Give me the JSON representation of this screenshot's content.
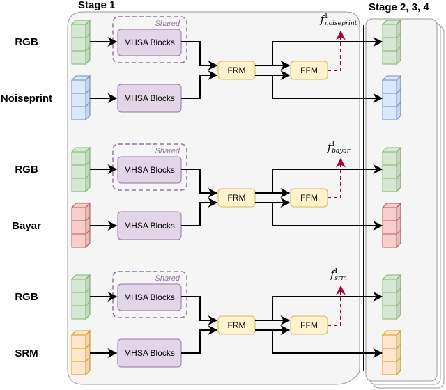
{
  "stages": {
    "stage1_title": "Stage 1",
    "stage234_title": "Stage 2, 3, 4"
  },
  "rows": [
    {
      "top_input": "RGB",
      "bottom_input": "Noiseprint",
      "top_color": "green",
      "bottom_color": "blue",
      "shared_label": "Shared",
      "top_block": "MHSA Blocks",
      "bottom_block": "MHSA Blocks",
      "frm": "FRM",
      "ffm": "FFM",
      "output_symbol": "f",
      "output_sup": "1",
      "output_sub": "noiseprint"
    },
    {
      "top_input": "RGB",
      "bottom_input": "Bayar",
      "top_color": "green",
      "bottom_color": "red",
      "shared_label": "Shared",
      "top_block": "MHSA Blocks",
      "bottom_block": "MHSA Blocks",
      "frm": "FRM",
      "ffm": "FFM",
      "output_symbol": "f",
      "output_sup": "1",
      "output_sub": "bayar"
    },
    {
      "top_input": "RGB",
      "bottom_input": "SRM",
      "top_color": "green",
      "bottom_color": "orange",
      "shared_label": "Shared",
      "top_block": "MHSA Blocks",
      "bottom_block": "MHSA Blocks",
      "frm": "FRM",
      "ffm": "FFM",
      "output_symbol": "f",
      "output_sup": "1",
      "output_sub": "srm"
    }
  ],
  "colors": {
    "green": {
      "fill": "#d5e8d4",
      "stroke": "#82b366"
    },
    "blue": {
      "fill": "#dae8fc",
      "stroke": "#6c8ebf"
    },
    "red": {
      "fill": "#f8cecc",
      "stroke": "#b85450"
    },
    "orange": {
      "fill": "#ffe6cc",
      "stroke": "#d79b00"
    },
    "mhsa": {
      "fill": "#e1d5e7",
      "stroke": "#9673a6"
    },
    "module": {
      "fill": "#fff2cc",
      "stroke": "#d6b656"
    },
    "dashed_output": "#a50040",
    "panel_fill": "#f5f5f5",
    "panel_stroke": "#999999"
  }
}
